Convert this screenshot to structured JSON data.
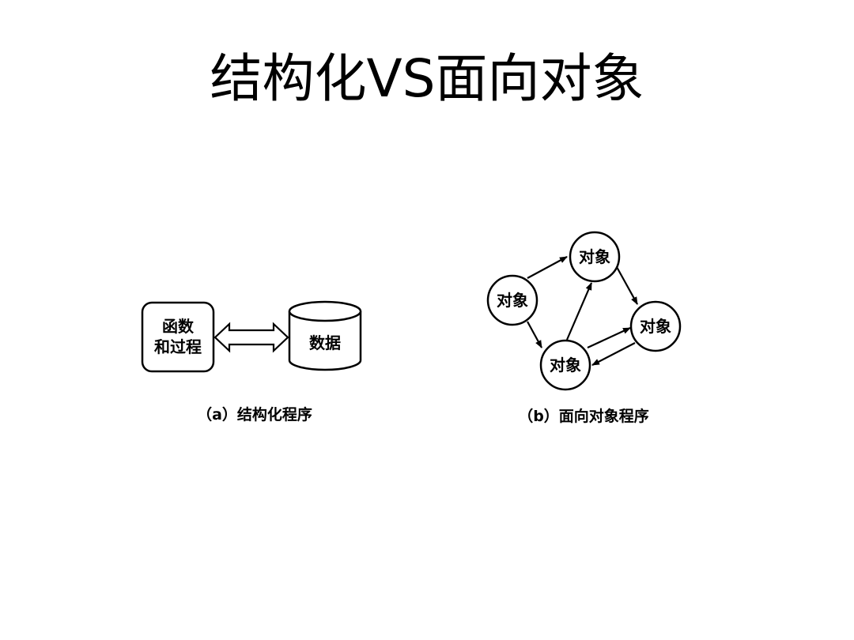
{
  "slide": {
    "title": "结构化VS面向对象"
  },
  "diagram_a": {
    "function_box": {
      "line1": "函数",
      "line2": "和过程"
    },
    "data_store": {
      "label": "数据"
    },
    "caption": "（a）结构化程序"
  },
  "diagram_b": {
    "nodes": [
      {
        "id": "left",
        "label": "对象"
      },
      {
        "id": "top",
        "label": "对象"
      },
      {
        "id": "right",
        "label": "对象"
      },
      {
        "id": "bottom",
        "label": "对象"
      }
    ],
    "caption": "（b）面向对象程序"
  }
}
